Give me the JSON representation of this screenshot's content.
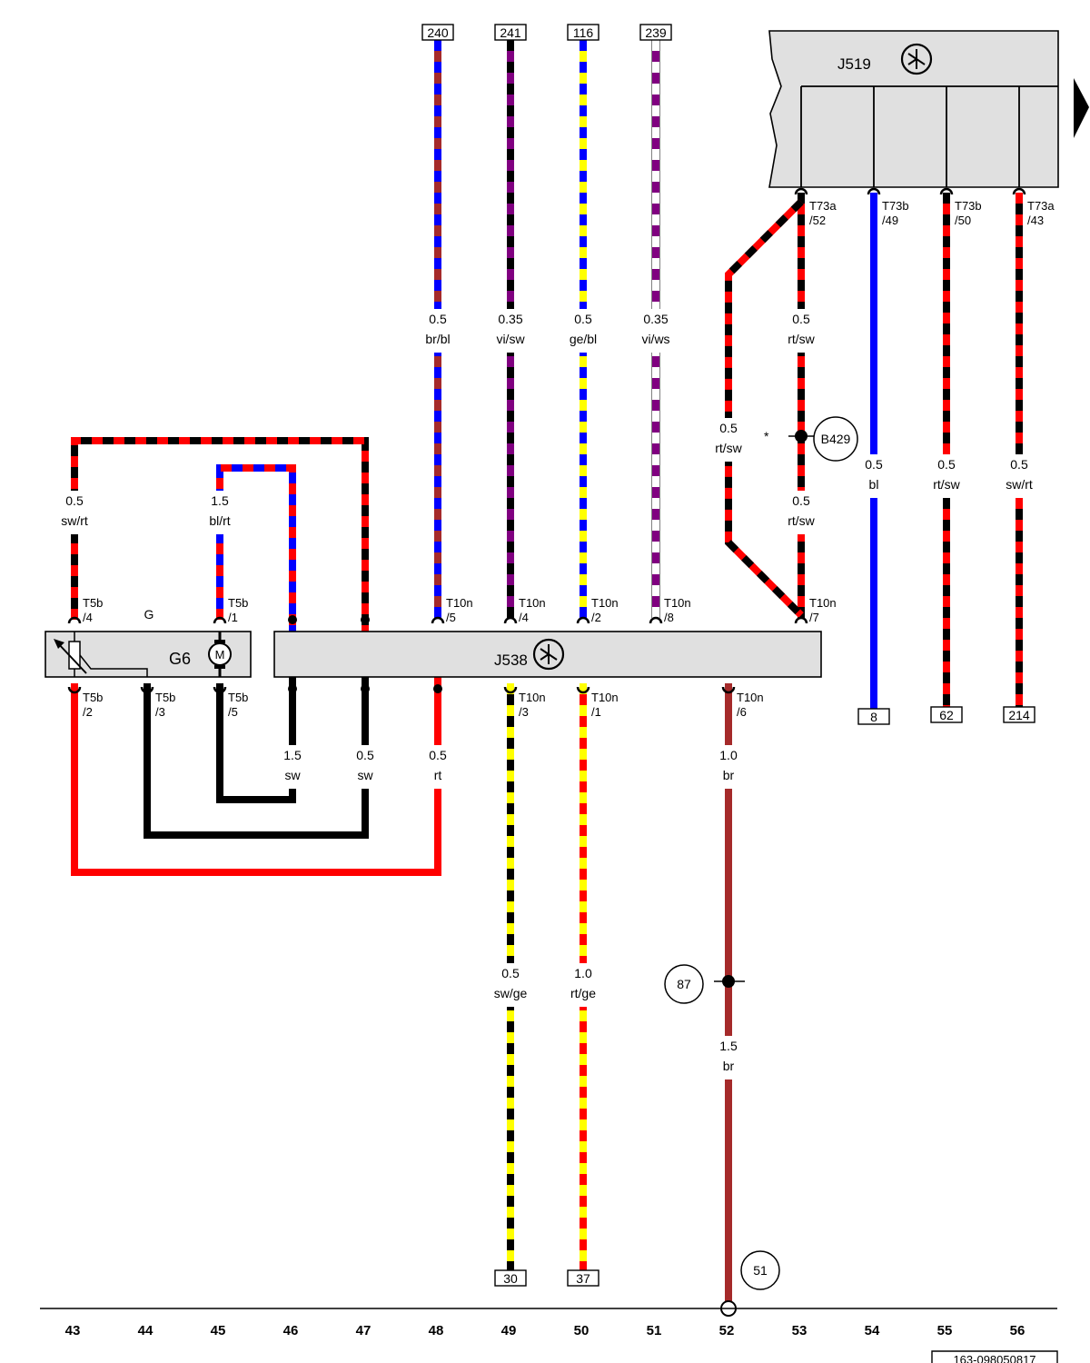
{
  "colors": {
    "sw": "#000000",
    "rt": "#ff0000",
    "bl": "#0000ff",
    "br": "#a52a2a",
    "vi": "#800080",
    "ge": "#ffff00",
    "ws": "#ffffff",
    "component_fill": "#e0e0e0"
  },
  "components": {
    "j519": "J519",
    "j538": "J538",
    "g6": "G6",
    "g": "G",
    "motor": "M",
    "b429": "B429"
  },
  "refs": {
    "top": [
      "240",
      "241",
      "116",
      "239"
    ],
    "bottom": [
      "8",
      "62",
      "214",
      "30",
      "37"
    ],
    "circles": [
      "87",
      "51"
    ]
  },
  "wires": {
    "w240": [
      "0.5",
      "br/bl"
    ],
    "w241": [
      "0.35",
      "vi/sw"
    ],
    "w116": [
      "0.5",
      "ge/bl"
    ],
    "w239": [
      "0.35",
      "vi/ws"
    ],
    "w53a": [
      "0.5",
      "rt/sw"
    ],
    "w53b": [
      "0.5",
      "rt/sw"
    ],
    "wdiag": [
      "0.5",
      "rt/sw"
    ],
    "w54": [
      "0.5",
      "bl"
    ],
    "w55": [
      "0.5",
      "rt/sw"
    ],
    "w56": [
      "0.5",
      "sw/rt"
    ],
    "w43": [
      "0.5",
      "sw/rt"
    ],
    "w45": [
      "1.5",
      "bl/rt"
    ],
    "w46": [
      "1.5",
      "sw"
    ],
    "w47": [
      "0.5",
      "sw"
    ],
    "w48": [
      "0.5",
      "rt"
    ],
    "w49": [
      "0.5",
      "sw/ge"
    ],
    "w50": [
      "1.0",
      "rt/ge"
    ],
    "w52a": [
      "1.0",
      "br"
    ],
    "w52b": [
      "1.5",
      "br"
    ]
  },
  "pins": {
    "t73a52": [
      "T73a",
      "/52"
    ],
    "t73b49": [
      "T73b",
      "/49"
    ],
    "t73b50": [
      "T73b",
      "/50"
    ],
    "t73a43": [
      "T73a",
      "/43"
    ],
    "t5b4": [
      "T5b",
      "/4"
    ],
    "t5b1": [
      "T5b",
      "/1"
    ],
    "t5b2": [
      "T5b",
      "/2"
    ],
    "t5b3": [
      "T5b",
      "/3"
    ],
    "t5b5": [
      "T5b",
      "/5"
    ],
    "t10n5": [
      "T10n",
      "/5"
    ],
    "t10n4": [
      "T10n",
      "/4"
    ],
    "t10n2": [
      "T10n",
      "/2"
    ],
    "t10n8": [
      "T10n",
      "/8"
    ],
    "t10n7": [
      "T10n",
      "/7"
    ],
    "t10n3": [
      "T10n",
      "/3"
    ],
    "t10n1": [
      "T10n",
      "/1"
    ],
    "t10n6": [
      "T10n",
      "/6"
    ]
  },
  "asterisk": "*",
  "footer": {
    "columns": [
      "43",
      "44",
      "45",
      "46",
      "47",
      "48",
      "49",
      "50",
      "51",
      "52",
      "53",
      "54",
      "55",
      "56"
    ],
    "doc_id": "163-098050817"
  }
}
